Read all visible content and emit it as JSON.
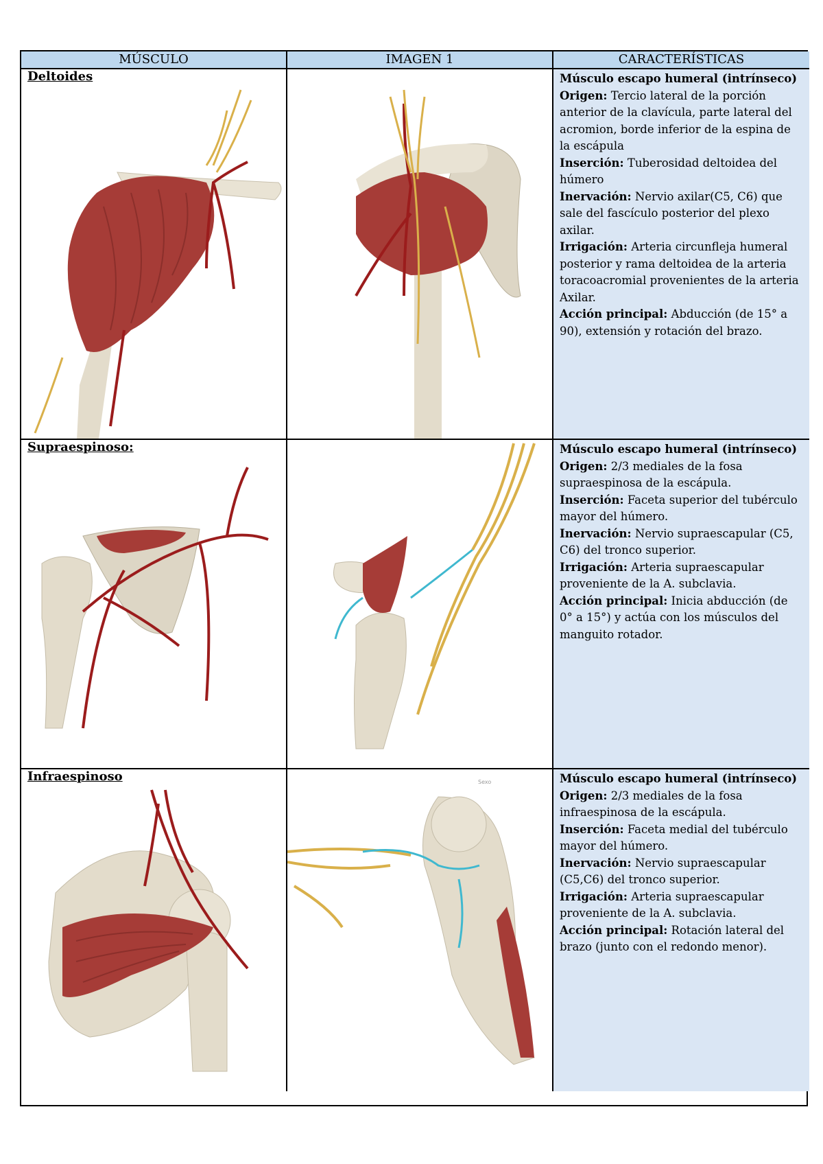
{
  "headers": {
    "col1": "MÚSCULO",
    "col2": "IMAGEN 1",
    "col3": "CARACTERÍSTICAS"
  },
  "rows": [
    {
      "name": "Deltoides",
      "type": "Músculo escapo humeral (intrínseco)",
      "origen_label": "Origen:",
      "origen": " Tercio lateral de la porción anterior de la clavícula, parte lateral del acromion, borde inferior de la espina de la escápula",
      "insercion_label": "Inserción:",
      "insercion": " Tuberosidad deltoidea del húmero",
      "inervacion_label": "Inervación:",
      "inervacion": " Nervio axilar(C5, C6) que sale del fascículo posterior del plexo axilar.",
      "irrigacion_label": "Irrigación:",
      "irrigacion": " Arteria circunfleja humeral posterior y rama deltoidea de la arteria toracoacromial provenientes de la arteria Axilar.",
      "accion_label": "Acción principal:",
      "accion": " Abducción (de 15° a 90), extensión y rotación del brazo."
    },
    {
      "name": "Supraespinoso:",
      "type": "Músculo escapo humeral (intrínseco)",
      "origen_label": "Origen:",
      "origen": " 2/3 mediales de la fosa supraespinosa de la escápula.",
      "insercion_label": "Inserción:",
      "insercion": " Faceta superior del tubérculo mayor del húmero.",
      "inervacion_label": "Inervación:",
      "inervacion": " Nervio supraescapular (C5, C6) del tronco superior.",
      "irrigacion_label": "Irrigación:",
      "irrigacion": " Arteria supraescapular proveniente de la A. subclavia.",
      "accion_label": "Acción principal:",
      "accion": " Inicia abducción (de 0° a 15°) y actúa con los músculos del manguito rotador."
    },
    {
      "name": "Infraespinoso",
      "type": "Músculo escapo humeral (intrínseco)",
      "origen_label": "Origen:",
      "origen": " 2/3 mediales de la fosa infraespinosa de la escápula.",
      "insercion_label": "Inserción:",
      "insercion": " Faceta medial del tubérculo mayor del húmero.",
      "inervacion_label": "Inervación:",
      "inervacion": " Nervio supraescapular (C5,C6) del tronco superior.",
      "irrigacion_label": "Irrigación:",
      "irrigacion": " Arteria supraescapular proveniente de la A. subclavia.",
      "accion_label": "Acción principal:",
      "accion": " Rotación lateral del brazo (junto con el redondo menor)."
    }
  ],
  "tiny_label": "Sexo",
  "colors": {
    "header_bg": "#bdd7ee",
    "info_bg": "#dae6f4",
    "muscle": "#a33a36",
    "bone": "#e6e0d2",
    "artery": "#9b1c1c",
    "nerve": "#d9b04a",
    "nerve_blue": "#3fb8cf"
  }
}
